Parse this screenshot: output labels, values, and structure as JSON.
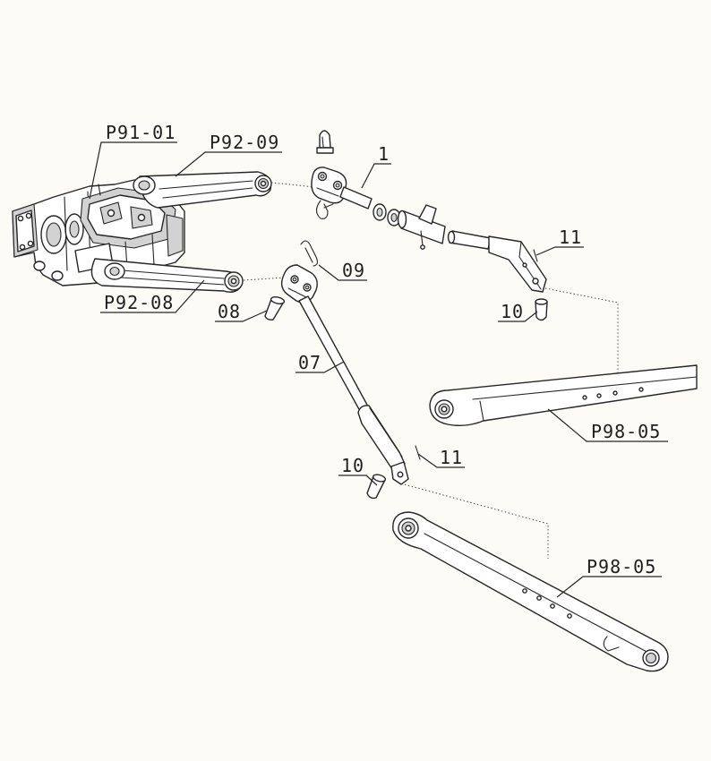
{
  "labels": {
    "p91_01": "P91-01",
    "p92_09": "P92-09",
    "part_1": "1",
    "part_11_upper": "11",
    "part_09": "09",
    "p92_08": "P92-08",
    "part_08": "08",
    "part_10_upper": "10",
    "part_07": "07",
    "p98_05_upper": "P98-05",
    "part_11_lower": "11",
    "part_10_lower": "10",
    "p98_05_lower": "P98-05"
  },
  "colors": {
    "bg": "#fcfbf6",
    "line": "#262626",
    "fill": "#ffffff",
    "shade": "#d2d2d2",
    "text": "#1e1e1e"
  }
}
